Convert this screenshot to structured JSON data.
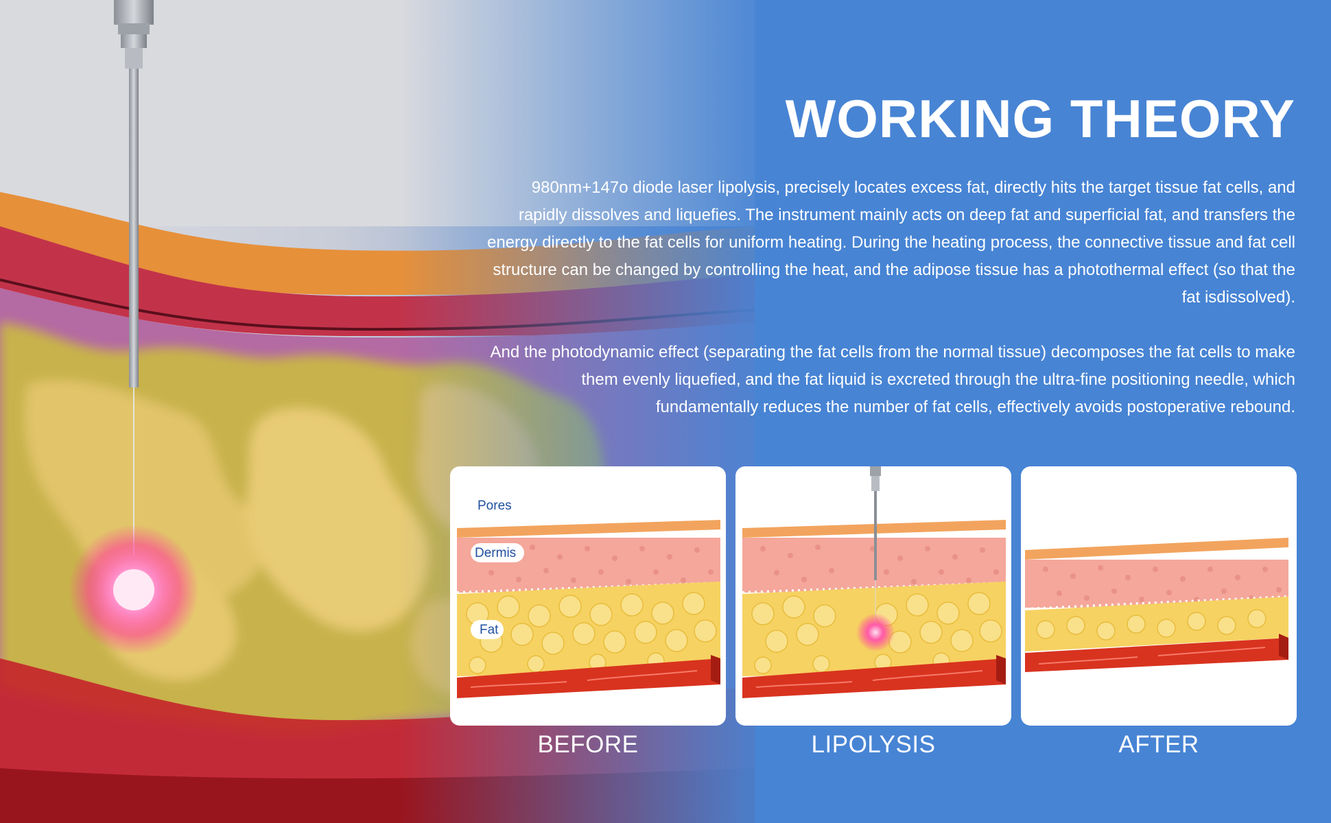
{
  "title": "WORKING THEORY",
  "paragraphs": [
    "980nm+147o diode laser lipolysis, precisely locates excess fat, directly hits the target tissue fat cells, and rapidly dissolves and liquefies. The instrument mainly acts on deep fat and superficial fat, and transfers the energy directly to the fat cells for uniform heating. During the heating process, the connective tissue and fat cell structure can be changed by controlling the heat, and the adipose tissue has a photothermal effect (so that the fat isdissolved).",
    "And the photodynamic effect (separating the fat cells from the normal tissue) decomposes the fat cells to make them evenly liquefied, and the fat liquid is excreted through the ultra-fine positioning needle, which fundamentally reduces the number of fat cells, effectively avoids postoperative rebound."
  ],
  "panels": [
    {
      "caption": "BEFORE",
      "labels": {
        "pores": "Pores",
        "dermis": "Dermis",
        "fat": "Fat"
      }
    },
    {
      "caption": "LIPOLYSIS"
    },
    {
      "caption": "AFTER"
    }
  ],
  "colors": {
    "background_blue": "#4784d4",
    "text": "#ffffff",
    "skin_pink": "#f4a79a",
    "fat_yellow": "#f6d262",
    "muscle_red": "#d8331f",
    "laser_pink": "#ff4fa0"
  },
  "icons": [
    "needle-icon",
    "laser-spot-icon"
  ]
}
